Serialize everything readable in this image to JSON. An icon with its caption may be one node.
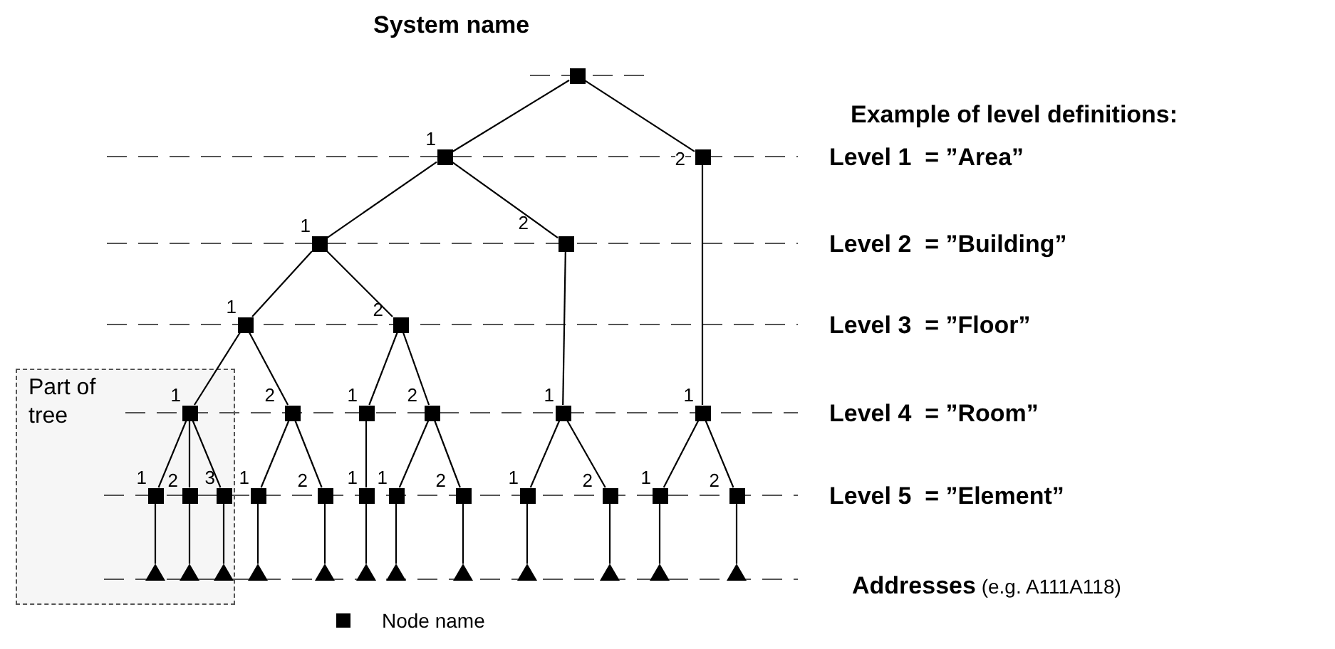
{
  "diagram": {
    "title": "System name",
    "nodes": [
      {
        "text": [],
        "shape": "box"
      },
      {
        "text": [],
        "shape": "box",
        "beside": [
          "1"
        ]
      },
      {
        "text": [],
        "shape": "box",
        "beside": [
          "2"
        ]
      },
      {
        "text": [],
        "shape": "box",
        "beside": [
          "1"
        ]
      },
      {
        "text": [],
        "shape": "box",
        "beside": [
          "2"
        ]
      },
      {
        "text": [],
        "shape": "box",
        "beside": [
          "1"
        ]
      },
      {
        "text": [],
        "shape": "box",
        "beside": [
          "2"
        ]
      },
      {
        "text": [],
        "shape": "box",
        "beside": [
          "1"
        ],
        "in": 37
      },
      {
        "text": [],
        "shape": "box",
        "beside": [
          "2"
        ]
      },
      {
        "text": [],
        "shape": "box",
        "beside": [
          "1"
        ]
      },
      {
        "text": [],
        "shape": "box",
        "beside": [
          "2"
        ]
      },
      {
        "text": [],
        "shape": "box",
        "beside": [
          "1"
        ]
      },
      {
        "text": [],
        "shape": "box",
        "beside": [
          "1"
        ]
      },
      {
        "text": [],
        "shape": "box",
        "beside": [
          "1"
        ],
        "in": 37
      },
      {
        "text": [],
        "shape": "box",
        "beside": [
          "2"
        ],
        "in": 37
      },
      {
        "text": [],
        "shape": "box",
        "beside": [
          "3"
        ],
        "in": 37
      },
      {
        "text": [],
        "shape": "box",
        "beside": [
          "1"
        ]
      },
      {
        "text": [],
        "shape": "box",
        "beside": [
          "2"
        ]
      },
      {
        "text": [],
        "shape": "box",
        "beside": [
          "1"
        ]
      },
      {
        "text": [],
        "shape": "box",
        "beside": [
          "1"
        ]
      },
      {
        "text": [],
        "shape": "box",
        "beside": [
          "2"
        ]
      },
      {
        "text": [],
        "shape": "box",
        "beside": [
          "1"
        ]
      },
      {
        "text": [],
        "shape": "box",
        "beside": [
          "2"
        ]
      },
      {
        "text": [],
        "shape": "box",
        "beside": [
          "1"
        ]
      },
      {
        "text": [],
        "shape": "box",
        "beside": [
          "2"
        ]
      },
      {
        "text": [],
        "shape": "triangle",
        "in": 37
      },
      {
        "text": [],
        "shape": "triangle",
        "in": 37
      },
      {
        "text": [],
        "shape": "triangle",
        "in": 37
      },
      {
        "text": [],
        "shape": "triangle"
      },
      {
        "text": [],
        "shape": "triangle"
      },
      {
        "text": [],
        "shape": "triangle"
      },
      {
        "text": [],
        "shape": "triangle"
      },
      {
        "text": [],
        "shape": "triangle"
      },
      {
        "text": [],
        "shape": "triangle"
      },
      {
        "text": [],
        "shape": "triangle"
      },
      {
        "text": [],
        "shape": "triangle"
      },
      {
        "text": [],
        "shape": "triangle"
      },
      {
        "text": [
          "Part of tree"
        ]
      }
    ],
    "edges": [
      {
        "from": 0,
        "to": 1,
        "arrow": "none"
      },
      {
        "from": 0,
        "to": 2,
        "arrow": "none"
      },
      {
        "from": 1,
        "to": 3,
        "arrow": "none"
      },
      {
        "from": 1,
        "to": 4,
        "arrow": "none"
      },
      {
        "from": 3,
        "to": 5,
        "arrow": "none"
      },
      {
        "from": 3,
        "to": 6,
        "arrow": "none"
      },
      {
        "from": 4,
        "to": 11,
        "arrow": "none"
      },
      {
        "from": 2,
        "to": 12,
        "arrow": "none"
      },
      {
        "from": 5,
        "to": 7,
        "arrow": "none"
      },
      {
        "from": 5,
        "to": 8,
        "arrow": "none"
      },
      {
        "from": 6,
        "to": 9,
        "arrow": "none"
      },
      {
        "from": 6,
        "to": 10,
        "arrow": "none"
      },
      {
        "from": 7,
        "to": 13,
        "arrow": "none"
      },
      {
        "from": 7,
        "to": 14,
        "arrow": "none"
      },
      {
        "from": 7,
        "to": 15,
        "arrow": "none"
      },
      {
        "from": 8,
        "to": 16,
        "arrow": "none"
      },
      {
        "from": 8,
        "to": 17,
        "arrow": "none"
      },
      {
        "from": 9,
        "to": 18,
        "arrow": "none"
      },
      {
        "from": 10,
        "to": 19,
        "arrow": "none"
      },
      {
        "from": 10,
        "to": 20,
        "arrow": "none"
      },
      {
        "from": 11,
        "to": 21,
        "arrow": "none"
      },
      {
        "from": 11,
        "to": 22,
        "arrow": "none"
      },
      {
        "from": 12,
        "to": 23,
        "arrow": "none"
      },
      {
        "from": 12,
        "to": 24,
        "arrow": "none"
      },
      {
        "from": 13,
        "to": 25,
        "arrow": "none"
      },
      {
        "from": 14,
        "to": 26,
        "arrow": "none"
      },
      {
        "from": 15,
        "to": 27,
        "arrow": "none"
      },
      {
        "from": 16,
        "to": 28,
        "arrow": "none"
      },
      {
        "from": 17,
        "to": 29,
        "arrow": "none"
      },
      {
        "from": 18,
        "to": 30,
        "arrow": "none"
      },
      {
        "from": 19,
        "to": 31,
        "arrow": "none"
      },
      {
        "from": 20,
        "to": 32,
        "arrow": "none"
      },
      {
        "from": 21,
        "to": 33,
        "arrow": "none"
      },
      {
        "from": 22,
        "to": 34,
        "arrow": "none"
      },
      {
        "from": 23,
        "to": 35,
        "arrow": "none"
      },
      {
        "from": 24,
        "to": 36,
        "arrow": "none"
      }
    ],
    "labels": [
      "Example of level definitions:",
      "Level 1  = ”Area”",
      "Level 2  = ”Building”",
      "Level 3  = ”Floor”",
      "Level 4  = ”Room”",
      "Level 5  = ”Element”",
      "**Addresses** (e.g. A111A118)"
    ],
    "legend": [
      {
        "text": "Node name"
      }
    ]
  }
}
